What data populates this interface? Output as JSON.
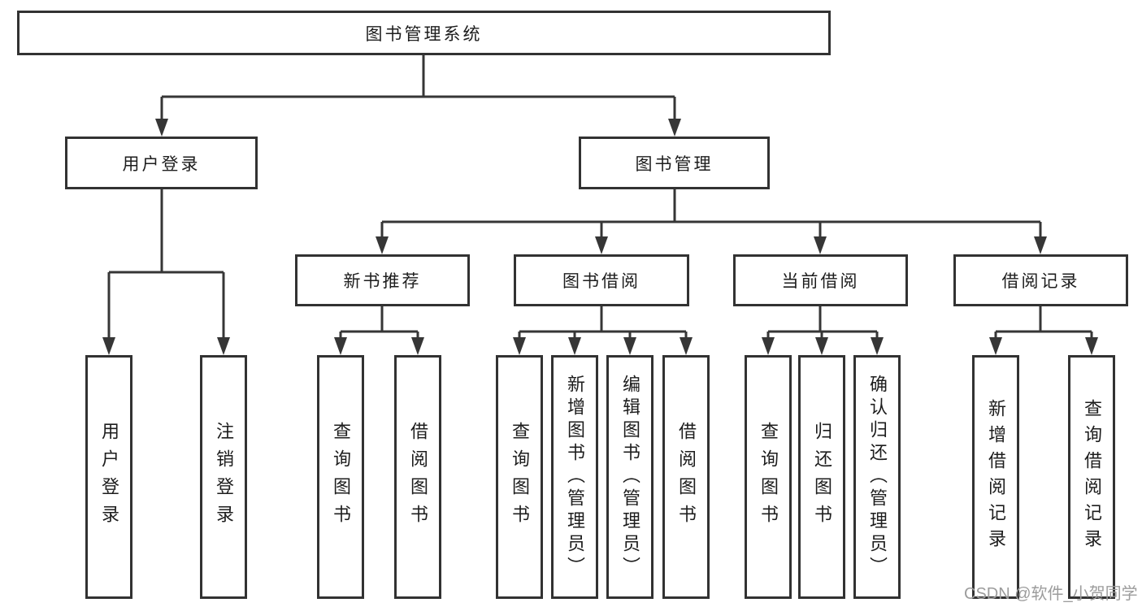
{
  "colors": {
    "line": "#363636",
    "border": "#323232",
    "text": "#1d1d1d",
    "watermark": "#9c9c9c",
    "background": "#ffffff"
  },
  "watermark": "CSDN @软件_小贺同学",
  "tree": {
    "root": {
      "label": "图书管理系统",
      "children": [
        {
          "label": "用户登录",
          "children": [
            {
              "label": "用户登录"
            },
            {
              "label": "注销登录"
            }
          ]
        },
        {
          "label": "图书管理",
          "children": [
            {
              "label": "新书推荐",
              "children": [
                {
                  "label": "查询图书"
                },
                {
                  "label": "借阅图书"
                }
              ]
            },
            {
              "label": "图书借阅",
              "children": [
                {
                  "label": "查询图书"
                },
                {
                  "label": "新增图书（管理员）"
                },
                {
                  "label": "编辑图书（管理员）"
                },
                {
                  "label": "借阅图书"
                }
              ]
            },
            {
              "label": "当前借阅",
              "children": [
                {
                  "label": "查询图书"
                },
                {
                  "label": "归还图书"
                },
                {
                  "label": "确认归还（管理员）"
                }
              ]
            },
            {
              "label": "借阅记录",
              "children": [
                {
                  "label": "新增借阅记录"
                },
                {
                  "label": "查询借阅记录"
                }
              ]
            }
          ]
        }
      ]
    }
  }
}
